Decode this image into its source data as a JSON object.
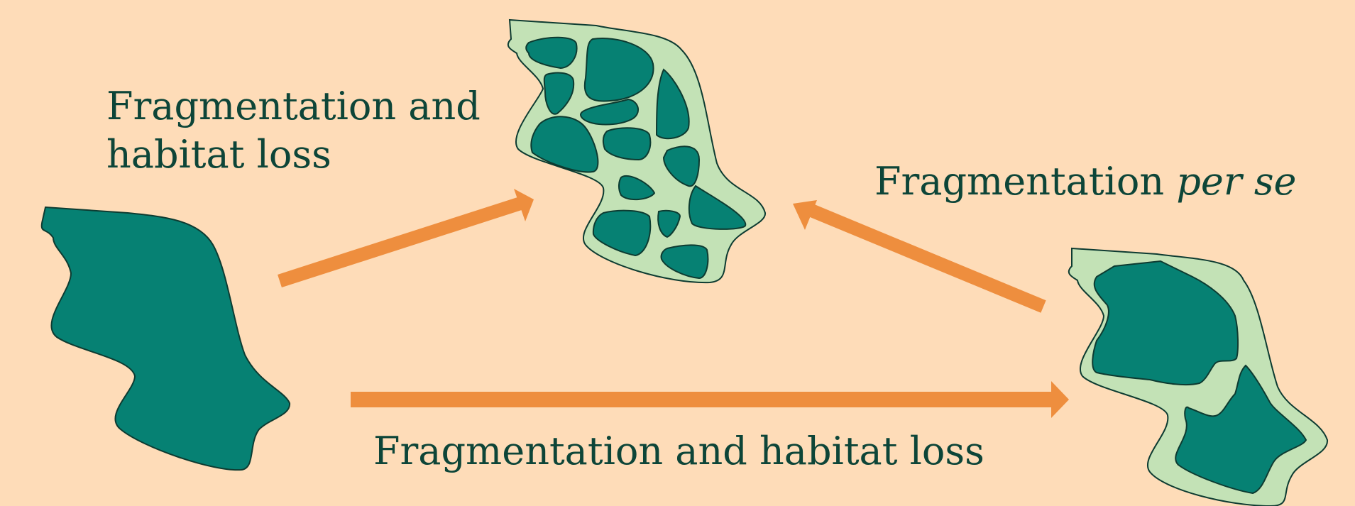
{
  "labels": {
    "top_left": {
      "line1": "Fragmentation and",
      "line2": "habitat loss"
    },
    "right": {
      "main": "Fragmentation ",
      "italic": "per se"
    },
    "bottom": "Fragmentation and habitat loss"
  },
  "colors": {
    "background": "#fedcb8",
    "habitat_dark": "#068173",
    "matrix_light": "#c3e2b6",
    "arrow": "#ee8e3e",
    "outline": "#0d3b31",
    "text": "#0d4538"
  },
  "panels": [
    "continuous-habitat",
    "fragmented-with-loss-many-patches",
    "habitat-loss-few-large-patches"
  ]
}
